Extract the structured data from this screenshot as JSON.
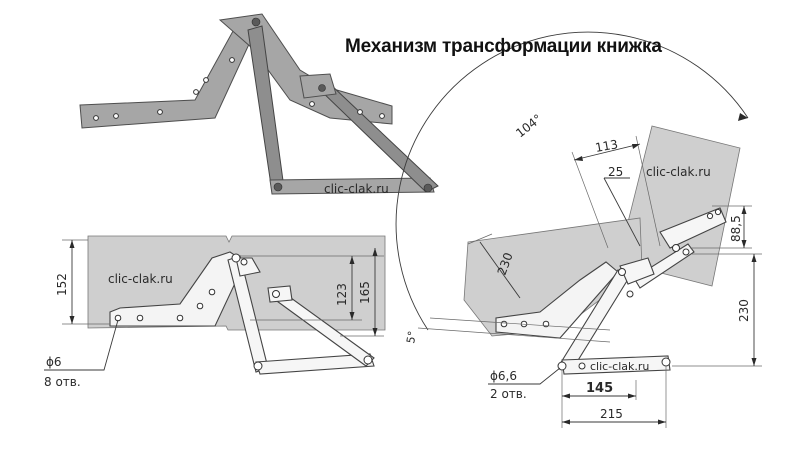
{
  "title": "Механизм трансформации книжка",
  "watermark": "clic-clak.ru",
  "dimensions": {
    "height_152": "152",
    "hole_dia_6": "ϕ6",
    "holes_8": "8 отв.",
    "height_123": "123",
    "height_165": "165",
    "angle_104": "104°",
    "width_113": "113",
    "width_25": "25",
    "width_88_5": "88,5",
    "length_230_arm": "230",
    "height_230": "230",
    "angle_5": "5°",
    "hole_dia_6_6": "ϕ6,6",
    "holes_2": "2 отв.",
    "width_145": "145",
    "width_215": "215"
  },
  "colors": {
    "panel": "#cfcfcf",
    "metal": "#a6a6a6",
    "line": "#3a3a3a"
  }
}
